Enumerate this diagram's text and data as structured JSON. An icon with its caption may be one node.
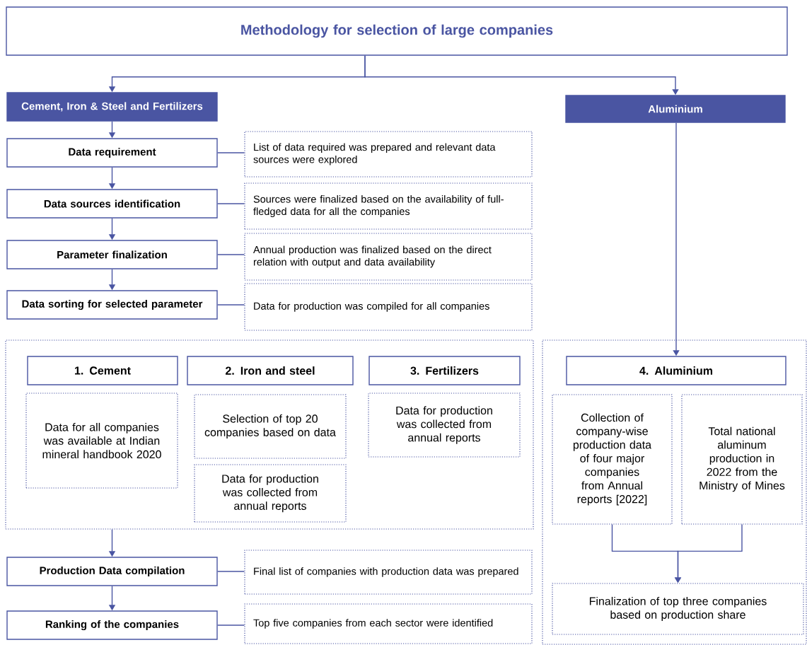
{
  "diagram": {
    "nodes": [
      {
        "text": [
          "Methodology for selection of large companies"
        ]
      },
      {
        "text": [
          "Cement, Iron & Steel and Fertilizers"
        ]
      },
      {
        "text": [
          "Aluminium"
        ]
      },
      {
        "text": [
          "Data requirement"
        ]
      },
      {
        "text": [
          "List of data required was prepared and relevant data sources were explored"
        ]
      },
      {
        "text": [
          "Data sources identification"
        ]
      },
      {
        "text": [
          "Sources were finalized based on the availability of full-fledged data for all the companies"
        ]
      },
      {
        "text": [
          "Parameter finalization"
        ]
      },
      {
        "text": [
          "Annual production was finalized based on the direct relation with output and data availability"
        ]
      },
      {
        "text": [
          "Data sorting for selected parameter"
        ]
      },
      {
        "text": [
          "Data for production was compiled for all companies"
        ]
      },
      {
        "text": [],
        "shape": "box"
      },
      {
        "text": [
          "1. Cement"
        ],
        "in": 11
      },
      {
        "text": [
          "Data for all companies was available at Indian mineral handbook 2020"
        ],
        "in": 11
      },
      {
        "text": [
          "2. Iron and steel"
        ],
        "in": 11
      },
      {
        "text": [
          "Selection of top 20 companies based on data"
        ],
        "in": 11
      },
      {
        "text": [
          "Data for production was collected from annual reports"
        ],
        "in": 11
      },
      {
        "text": [
          "3. Fertilizers"
        ],
        "in": 11
      },
      {
        "text": [
          "Data for production was collected from annual reports"
        ],
        "in": 11
      },
      {
        "text": [],
        "shape": "box"
      },
      {
        "text": [
          "4. Aluminium"
        ],
        "in": 19
      },
      {
        "text": [
          "Collection of company-wise production data of four major companies from Annual reports [2022]"
        ],
        "in": 19
      },
      {
        "text": [
          "Total national aluminum production in 2022 from the Ministry of Mines"
        ],
        "in": 19
      },
      {
        "text": [
          "Finalization of top three companies based on production share"
        ],
        "in": 19
      },
      {
        "text": [
          "Production Data compilation"
        ]
      },
      {
        "text": [
          "Final list of companies with production data was prepared"
        ]
      },
      {
        "text": [
          "Ranking of the companies"
        ]
      },
      {
        "text": [
          "Top five companies from each sector were identified"
        ]
      }
    ],
    "edges": [
      {
        "from": 0,
        "to": 1,
        "arrow": "to"
      },
      {
        "from": 0,
        "to": 2,
        "arrow": "to"
      },
      {
        "from": 1,
        "to": 3,
        "arrow": "to"
      },
      {
        "from": 3,
        "to": 4,
        "arrow": "none"
      },
      {
        "from": 3,
        "to": 5,
        "arrow": "to"
      },
      {
        "from": 5,
        "to": 6,
        "arrow": "none"
      },
      {
        "from": 5,
        "to": 7,
        "arrow": "to"
      },
      {
        "from": 7,
        "to": 8,
        "arrow": "none"
      },
      {
        "from": 7,
        "to": 9,
        "arrow": "to"
      },
      {
        "from": 9,
        "to": 10,
        "arrow": "none"
      },
      {
        "from": 11,
        "to": 24,
        "arrow": "to"
      },
      {
        "from": 24,
        "to": 25,
        "arrow": "none"
      },
      {
        "from": 24,
        "to": 26,
        "arrow": "to"
      },
      {
        "from": 26,
        "to": 27,
        "arrow": "none"
      },
      {
        "from": 2,
        "to": 20,
        "arrow": "to"
      },
      {
        "from": 21,
        "to": 23,
        "arrow": "to"
      },
      {
        "from": 22,
        "to": 23,
        "arrow": "to"
      }
    ]
  }
}
